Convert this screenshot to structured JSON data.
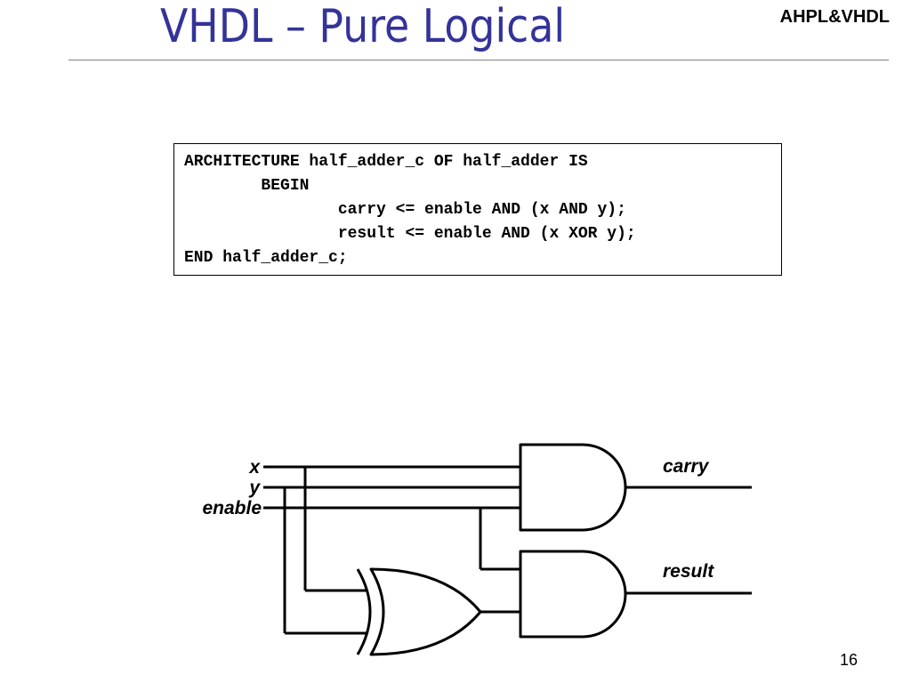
{
  "slide": {
    "title": "VHDL – Pure Logical",
    "header_tag": "AHPL&VHDL",
    "page_number": "16"
  },
  "code": {
    "lines": [
      "ARCHITECTURE half_adder_c OF half_adder IS",
      "        BEGIN",
      "                carry <= enable AND (x AND y);",
      "                result <= enable AND (x XOR y);",
      "END half_adder_c;"
    ]
  },
  "circuit": {
    "inputs": {
      "x": "x",
      "y": "y",
      "enable": "enable"
    },
    "outputs": {
      "carry": "carry",
      "result": "result"
    }
  }
}
